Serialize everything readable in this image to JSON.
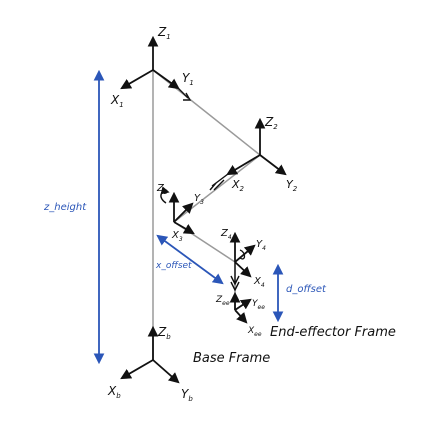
{
  "colors": {
    "axis": "#111111",
    "link": "#9a9a9a",
    "dimension": "#2b56b8"
  },
  "frames": {
    "frame1": {
      "z": "Z",
      "z_sub": "1",
      "x": "X",
      "x_sub": "1",
      "y": "Y",
      "y_sub": "1"
    },
    "frame2": {
      "z": "Z",
      "z_sub": "2",
      "x": "X",
      "x_sub": "2",
      "y": "Y",
      "y_sub": "2"
    },
    "frame3": {
      "z": "Z",
      "z_sub": "3",
      "x": "X",
      "x_sub": "3",
      "y": "Y",
      "y_sub": "3"
    },
    "frame4": {
      "z": "Z",
      "z_sub": "4",
      "x": "X",
      "x_sub": "4",
      "y": "Y",
      "y_sub": "4"
    },
    "end_effector": {
      "z": "Z",
      "z_sub": "ee",
      "x": "X",
      "x_sub": "ee",
      "y": "Y",
      "y_sub": "ee"
    },
    "base": {
      "z": "Z",
      "z_sub": "b",
      "x": "X",
      "x_sub": "b",
      "y": "Y",
      "y_sub": "b"
    }
  },
  "dimensions": {
    "z_height": "z_height",
    "x_offset": "x_offset",
    "d_offset": "d_offset"
  },
  "captions": {
    "end_effector": "End-effector Frame",
    "base": "Base Frame"
  }
}
